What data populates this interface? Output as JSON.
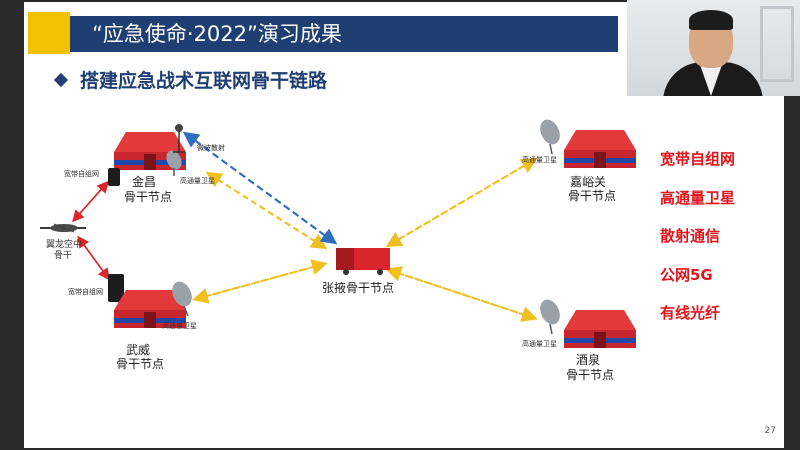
{
  "title": "“应急使命·2022”演习成果",
  "subtitle": "搭建应急战术互联网骨干链路",
  "nodes": {
    "jinchang": {
      "line1": "金昌",
      "line2": "骨干节点"
    },
    "wuwei": {
      "line1": "武威",
      "line2": "骨干节点"
    },
    "zhangye": {
      "label": "张掖骨干节点"
    },
    "jiayuguan": {
      "line1": "嘉峪关",
      "line2": "骨干节点"
    },
    "jiuquan": {
      "line1": "酒泉",
      "line2": "骨干节点"
    },
    "uav": {
      "line1": "翼龙空中",
      "line2": "骨干"
    }
  },
  "small_labels": {
    "microwave": "微波散射",
    "hts_jinchang": "高通量卫星",
    "broadband_jinchang": "宽带自组网",
    "broadband_wuwei": "宽带自组网",
    "hts_wuwei": "高通量卫星",
    "hts_jiayuguan": "高通量卫星",
    "hts_jiuquan": "高通量卫星"
  },
  "technologies": [
    "宽带自组网",
    "高通量卫星",
    "散射通信",
    "公网5G",
    "有线光纤"
  ],
  "page_number": "27",
  "colors": {
    "title_bar": "#1f3f73",
    "accent": "#f2c200",
    "tech_text": "#e0161e",
    "link_yellow": "#f0c020",
    "link_blue": "#2f6fc0",
    "link_red": "#d8262a"
  }
}
